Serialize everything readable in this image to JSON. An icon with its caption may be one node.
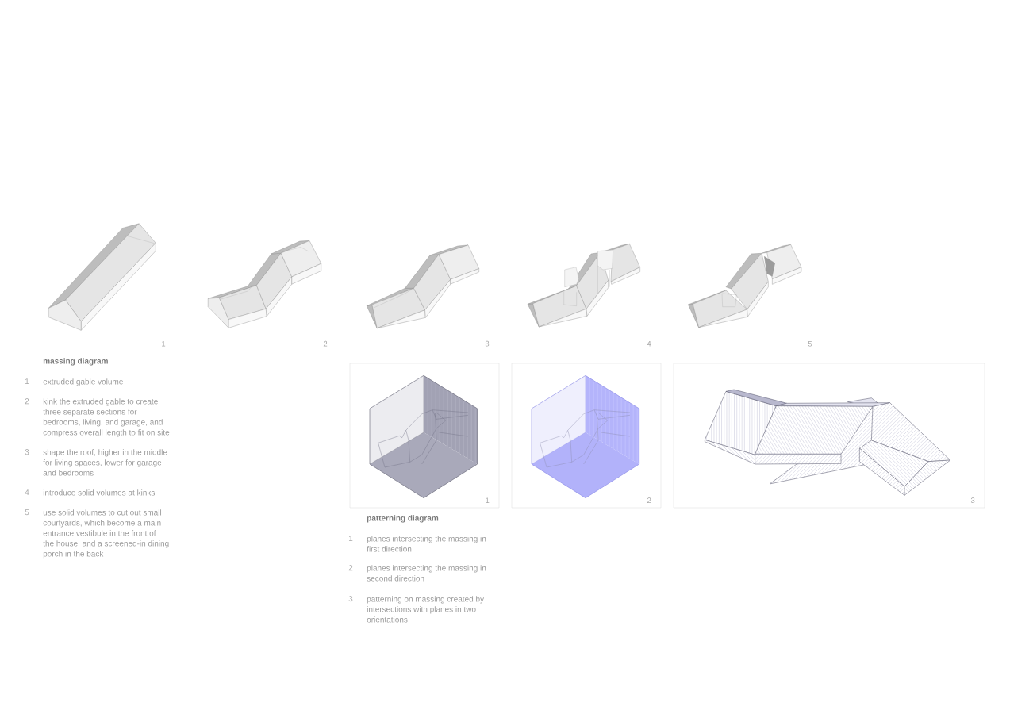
{
  "diagram": {
    "nodes": [
      {
        "text": [
          "1"
        ]
      },
      {
        "text": [
          "2"
        ]
      },
      {
        "text": [
          "3"
        ]
      }
    ],
    "labels": [
      "1",
      "2",
      "3",
      "4",
      "5",
      "massing diagram",
      "1",
      "extruded gable volume",
      "2",
      "kink the extruded gable to create three separate sections for bedrooms, living, and garage, and compress overall length to fit on site",
      "3",
      "shape the roof, higher in the middle for living spaces, lower for garage and bedrooms",
      "4",
      "introduce solid volumes at kinks",
      "5",
      "use solid volumes to cut out small courtyards, which become a main entrance vestibule in the front of the house, and a screened-in dining porch in the back",
      "patterning diagram",
      "1",
      "planes intersecting the massing in first direction",
      "2",
      "planes intersecting the massing in second direction",
      "3",
      "patterning on massing created by intersections with planes in two orientations"
    ]
  }
}
